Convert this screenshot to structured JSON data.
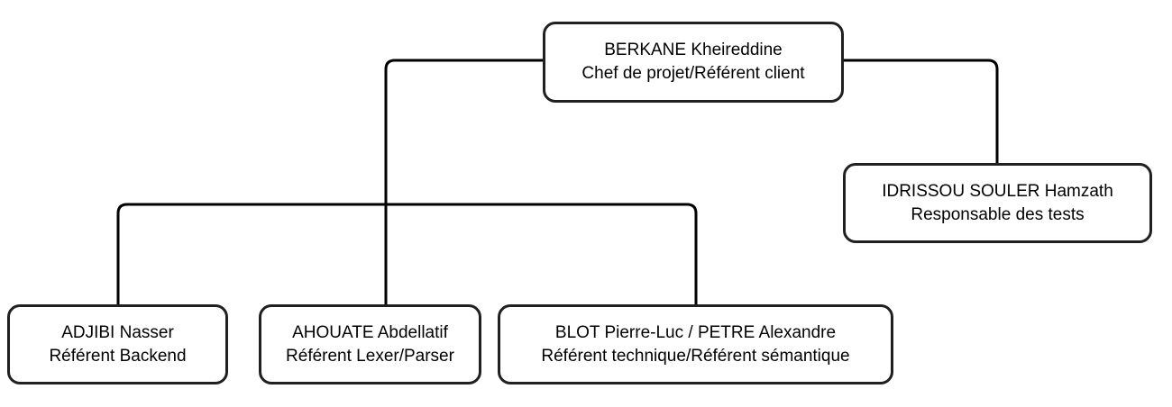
{
  "org_chart": {
    "nodes": [
      {
        "id": "chef",
        "name": "BERKANE Kheireddine",
        "role": "Chef de projet/Référent client"
      },
      {
        "id": "tests",
        "name": "IDRISSOU SOULER Hamzath",
        "role": "Responsable des tests"
      },
      {
        "id": "backend",
        "name": "ADJIBI Nasser",
        "role": "Référent Backend"
      },
      {
        "id": "lexer",
        "name": "AHOUATE Abdellatif",
        "role": "Référent Lexer/Parser"
      },
      {
        "id": "tech",
        "name": "BLOT Pierre-Luc / PETRE Alexandre",
        "role": "Référent technique/Référent sémantique"
      }
    ],
    "edges": [
      {
        "from": "chef",
        "to": "tests"
      },
      {
        "from": "chef",
        "to": "backend"
      },
      {
        "from": "chef",
        "to": "lexer"
      },
      {
        "from": "chef",
        "to": "tech"
      }
    ],
    "colors": {
      "line": "#000000",
      "box_border": "#202020",
      "box_fill": "#ffffff",
      "text": "#000000"
    }
  }
}
